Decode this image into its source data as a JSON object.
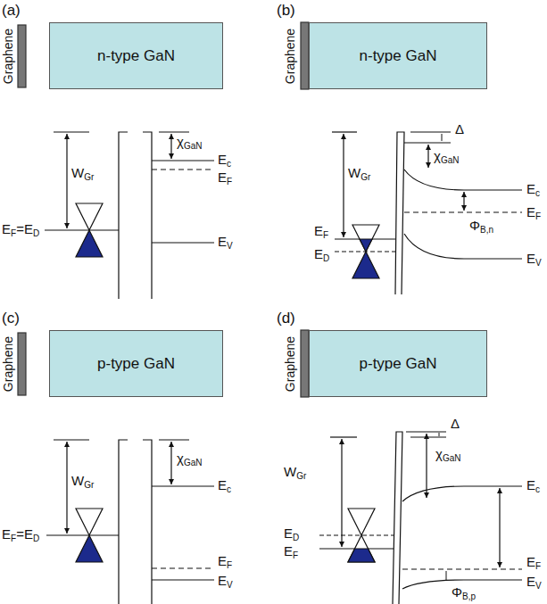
{
  "diagram": {
    "nodes": [
      {
        "text": [
          "n-type GaN"
        ]
      },
      {
        "text": [
          "n-type GaN"
        ]
      },
      {
        "text": [
          "p-type GaN"
        ]
      },
      {
        "text": [
          "p-type GaN"
        ]
      }
    ],
    "labels": [
      "(a)",
      "Graphene",
      "WGr",
      "χGaN",
      "EF=ED",
      "Ec",
      "EF",
      "EV",
      "(b)",
      "Graphene",
      "Δ",
      "WGr",
      "χGaN",
      "ΦB,n",
      "Ec",
      "EF",
      "ED",
      "EF",
      "EV",
      "(c)",
      "Graphene",
      "WGr",
      "χGaN",
      "EF=ED",
      "Ec",
      "EF",
      "EV",
      "(d)",
      "Graphene",
      "Δ",
      "WGr",
      "χGaN",
      "Ec",
      "ED",
      "EF",
      "EF",
      "EV",
      "ΦB,p"
    ]
  }
}
